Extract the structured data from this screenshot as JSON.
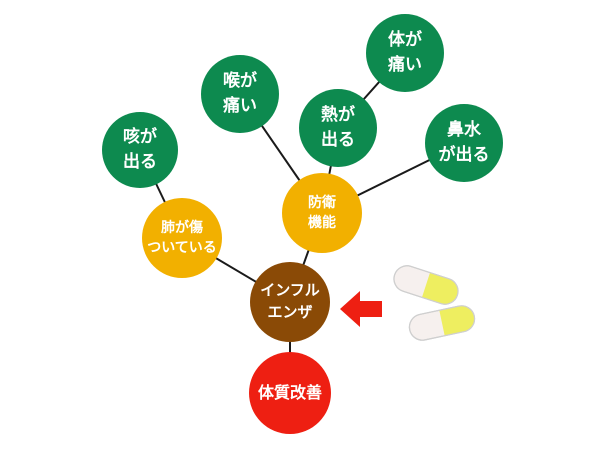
{
  "nodes": {
    "cough": "咳が\n出る",
    "throat": "喉が\n痛い",
    "fever": "熱が\n出る",
    "body_pain": "体が\n痛い",
    "runny_nose": "鼻水\nが出る",
    "lung": "肺が傷\nついている",
    "defense": "防衛\n機能",
    "influenza": "インフル\nエンザ",
    "constitution": "体質改善"
  },
  "colors": {
    "symptom": "#0d8a4f",
    "cause": "#f2b000",
    "disease": "#8a4a06",
    "remedy": "#ee1f12",
    "arrow": "#ee1f12",
    "capsule_yellow": "#eeee60",
    "capsule_white": "#f6f0ee"
  },
  "icons": [
    "red-arrow-icon",
    "capsule-icon"
  ]
}
